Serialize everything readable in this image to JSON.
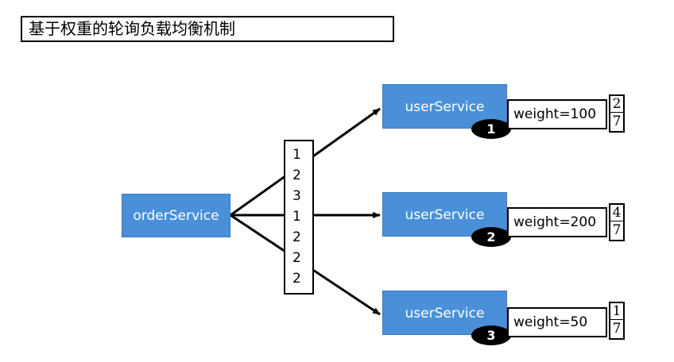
{
  "title": "基于权重的轮询负载均衡机制",
  "order_service": "orderService",
  "sequence": [
    "1",
    "2",
    "3",
    "1",
    "2",
    "2",
    "2"
  ],
  "services": [
    {
      "label": "userService",
      "badge": "1",
      "weight": "weight=100",
      "frac_num": "2",
      "frac_den": "7"
    },
    {
      "label": "userService",
      "badge": "2",
      "weight": "weight=200",
      "frac_num": "4",
      "frac_den": "7"
    },
    {
      "label": "userService",
      "badge": "3",
      "weight": "weight=50",
      "frac_num": "1",
      "frac_den": "7"
    }
  ],
  "colors": {
    "node_fill": "#4a90d9",
    "badge_fill": "#000000"
  }
}
